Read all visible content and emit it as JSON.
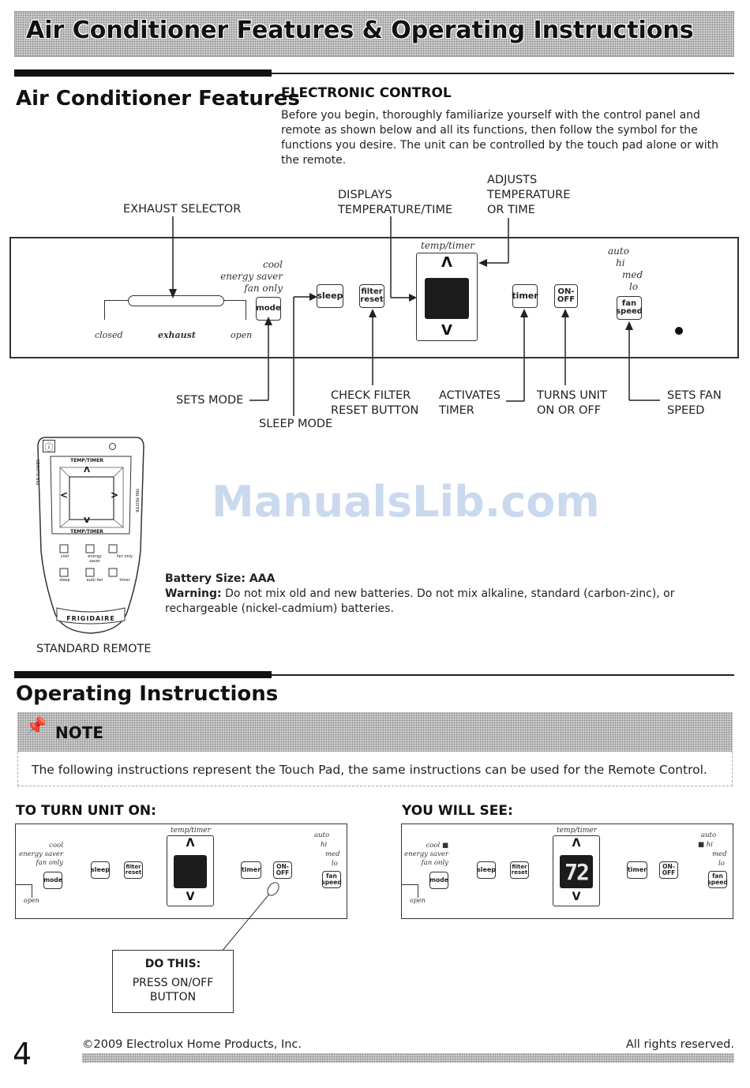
{
  "page_title": "Air Conditioner Features & Operating Instructions",
  "features": {
    "heading": "Air Conditioner Features",
    "subheading": "ELECTRONIC CONTROL",
    "intro": "Before you begin, thoroughly familiarize yourself with the control panel and remote as shown below and all its functions, then follow the symbol for the functions you desire. The unit can be controlled by the touch pad alone or with the remote."
  },
  "callouts": {
    "exhaust_selector": "EXHAUST SELECTOR",
    "displays_1": "DISPLAYS",
    "displays_2": "TEMPERATURE/TIME",
    "adjusts_1": "ADJUSTS",
    "adjusts_2": "TEMPERATURE",
    "adjusts_3": "OR TIME",
    "sets_mode": "SETS MODE",
    "sleep_mode": "SLEEP MODE",
    "check_filter_1": "CHECK FILTER",
    "check_filter_2": "RESET BUTTON",
    "activates_1": "ACTIVATES",
    "activates_2": "TIMER",
    "turns_1": "TURNS UNIT",
    "turns_2": "ON OR OFF",
    "sets_fan_1": "SETS FAN",
    "sets_fan_2": "SPEED"
  },
  "panel": {
    "mode_labels": [
      "cool",
      "energy saver",
      "fan only"
    ],
    "fan_labels": [
      "auto",
      "hi",
      "med",
      "lo"
    ],
    "exhaust_closed": "closed",
    "exhaust_label": "exhaust",
    "exhaust_open": "open",
    "temp_timer": "temp/timer",
    "up": "Λ",
    "down": "V",
    "btn_mode": "mode",
    "btn_sleep": "sleep",
    "btn_filter_1": "filter",
    "btn_filter_2": "reset",
    "btn_timer": "timer",
    "btn_onoff_1": "ON-",
    "btn_onoff_2": "OFF",
    "btn_fan_1": "fan",
    "btn_fan_2": "speed"
  },
  "remote": {
    "power": "ⓘ",
    "temp_timer": "TEMP/TIMER",
    "fan_slower": "FAN SLOWER",
    "fan_faster": "FAN FASTER",
    "up": "Λ",
    "down": "V",
    "left": "<",
    "right": ">",
    "buttons_row1": [
      "cool",
      "energy saver",
      "fan only"
    ],
    "buttons_row2": [
      "sleep",
      "auto fan",
      "timer"
    ],
    "brand": "FRIGIDAIRE",
    "caption": "STANDARD REMOTE"
  },
  "watermark": "ManualsLib.com",
  "battery": {
    "size_label": "Battery Size: AAA",
    "warning_label": "Warning:",
    "warning_text": " Do not mix old and new batteries. Do not mix alkaline, standard (carbon-zinc), or rechargeable (nickel-cadmium) batteries."
  },
  "operating": {
    "heading": "Operating Instructions",
    "note_label": "NOTE",
    "note_text": "The following instructions represent the Touch Pad, the same instructions can be used for the Remote Control.",
    "turn_on": "TO TURN UNIT ON:",
    "you_will_see": "YOU WILL SEE:",
    "display_value": "72",
    "do_this_title": "DO THIS:",
    "do_this_1": "PRESS ON/OFF",
    "do_this_2": "BUTTON"
  },
  "footer": {
    "page_number": "4",
    "copyright": "©2009 Electrolux Home Products, Inc.",
    "rights": "All rights reserved."
  }
}
